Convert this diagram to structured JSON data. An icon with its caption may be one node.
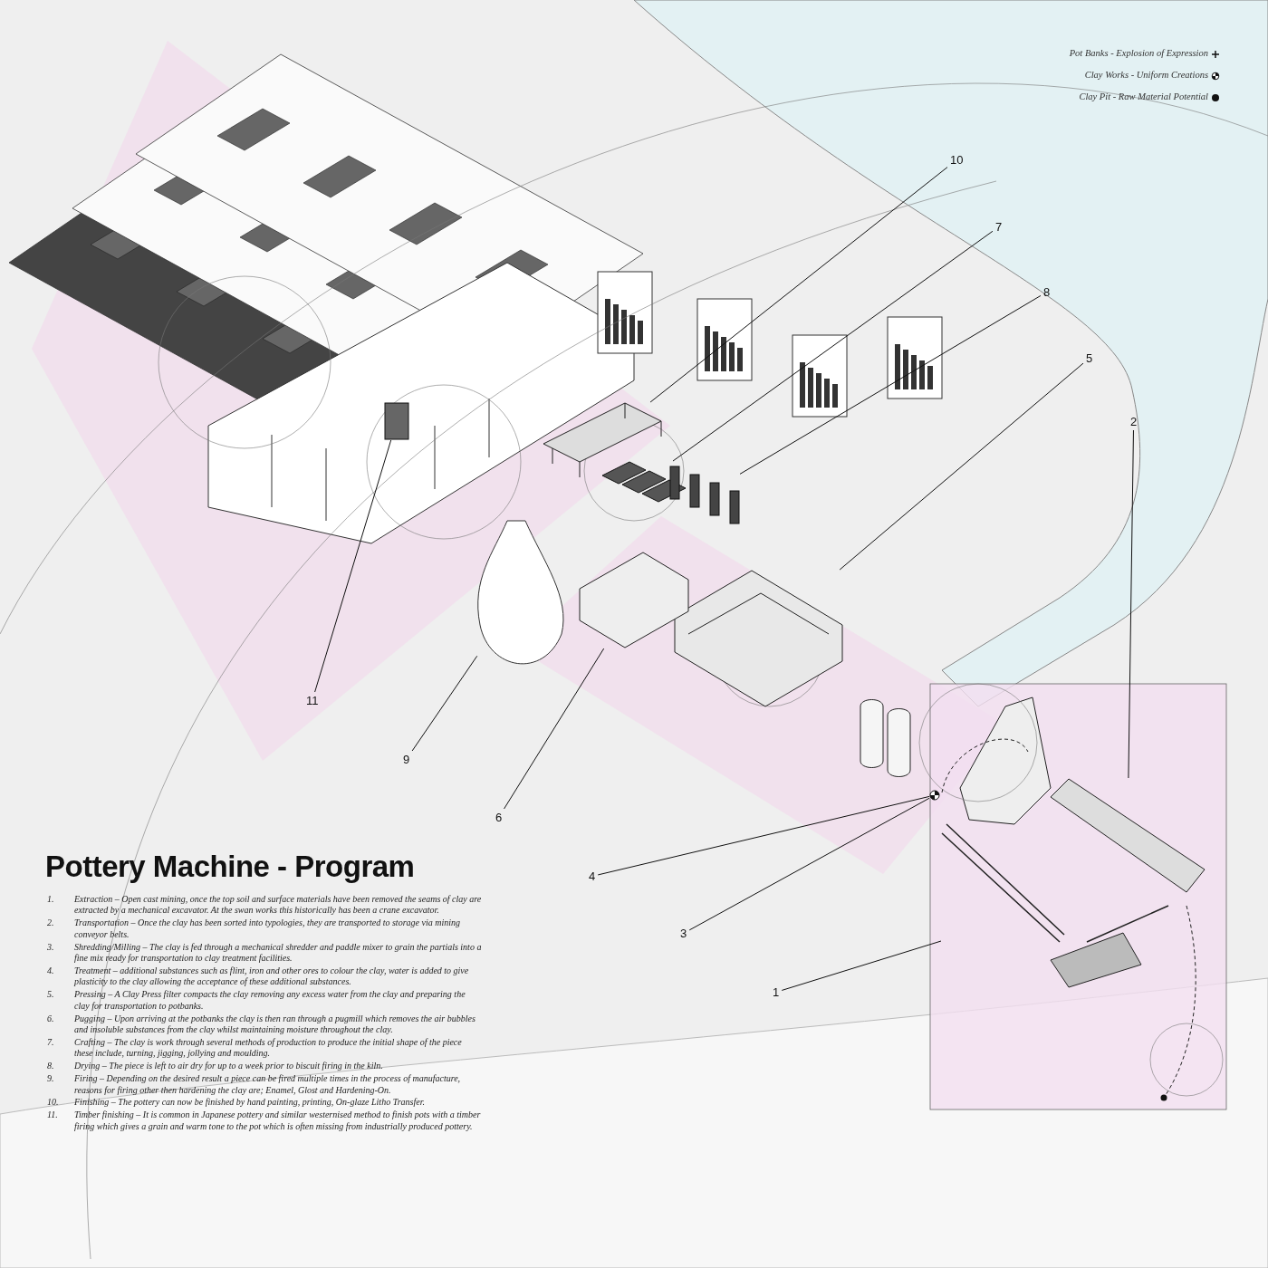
{
  "diagram": {
    "title": "Pottery Machine - Program",
    "nodes": [
      {
        "text": [
          "10"
        ]
      },
      {
        "text": [
          "7"
        ]
      },
      {
        "text": [
          "8"
        ]
      },
      {
        "text": [
          "5"
        ]
      },
      {
        "text": [
          "2"
        ]
      },
      {
        "text": [
          "11"
        ]
      },
      {
        "text": [
          "9"
        ]
      },
      {
        "text": [
          "6"
        ]
      },
      {
        "text": [
          "4"
        ]
      },
      {
        "text": [
          "3"
        ]
      },
      {
        "text": [
          "1"
        ]
      },
      {
        "text": [],
        "shape": "picture"
      },
      {
        "text": [],
        "shape": "picture"
      },
      {
        "text": [],
        "shape": "picture"
      },
      {
        "text": [],
        "shape": "picture"
      },
      {
        "text": [],
        "shape": "picture"
      },
      {
        "text": [],
        "shape": "box"
      },
      {
        "text": [],
        "shape": "picture"
      },
      {
        "text": [],
        "shape": "picture"
      },
      {
        "text": [],
        "shape": "circle"
      },
      {
        "text": [],
        "shape": "picture"
      }
    ],
    "edges": [
      {
        "from": 0,
        "to": 11,
        "arrow": "none"
      },
      {
        "from": 1,
        "to": 12,
        "arrow": "none"
      },
      {
        "from": 2,
        "to": 13,
        "arrow": "none"
      },
      {
        "from": 3,
        "to": 14,
        "arrow": "none"
      },
      {
        "from": 4,
        "to": 15,
        "arrow": "none"
      },
      {
        "from": 5,
        "to": 16,
        "arrow": "none"
      },
      {
        "from": 6,
        "to": 17,
        "arrow": "none"
      },
      {
        "from": 7,
        "to": 18,
        "arrow": "none"
      },
      {
        "from": 8,
        "to": 19,
        "arrow": "none"
      },
      {
        "from": 9,
        "to": 19,
        "arrow": "none"
      },
      {
        "from": 10,
        "to": 20,
        "arrow": "none"
      }
    ],
    "labels": [
      "1.",
      "Extraction – Open cast mining, once the top soil and surface materials have been removed the seams of clay are extracted by a mechanical excavator. At the swan works this historically has been a crane excavator.",
      "2.",
      "Transportation – Once the clay has been sorted into typologies, they are transported to storage via mining conveyor belts.",
      "3.",
      "Shredding/Milling – The clay is fed through a mechanical shredder and paddle mixer to grain the partials into a fine mix ready for transportation to clay treatment facilities.",
      "4.",
      "Treatment – additional substances such as flint, iron and other ores to colour the clay, water is added to give plasticity to the clay allowing the acceptance of these additional substances.",
      "5.",
      "Pressing – A Clay Press filter compacts the clay removing any excess water from the clay and preparing the clay for transportation to potbanks.",
      "6.",
      "Pugging – Upon arriving at the potbanks the clay is then ran through a pugmill which removes the air bubbles and insoluble substances from the clay whilst maintaining moisture throughout the clay.",
      "7.",
      "Crafting – The clay is work through several methods of production to produce the initial shape of the piece these include, turning, jigging, jollying and moulding.",
      "8.",
      "Drying – The piece is left to air dry for up to a week prior to biscuit firing in the kiln.",
      "9.",
      "Firing – Depending on the desired result a piece can be fired multiple times in the process of manufacture, reasons for firing other then hardening the clay are; Enamel, Glost and Hardening-On.",
      "10.",
      "Finishing – The pottery can now be finished by hand painting, printing, On-glaze Litho Transfer.",
      "11.",
      "Timber finishing – It is common in Japanese pottery and similar westernised method to finish pots with a timber firing which gives a grain and warm tone to the pot which is often missing from industrially produced pottery."
    ],
    "legend": [
      {
        "text": "Pot Banks - Explosion of Expression"
      },
      {
        "text": "Clay Works - Uniform Creations"
      },
      {
        "text": "Clay Pit - Raw Material Potential"
      }
    ]
  }
}
